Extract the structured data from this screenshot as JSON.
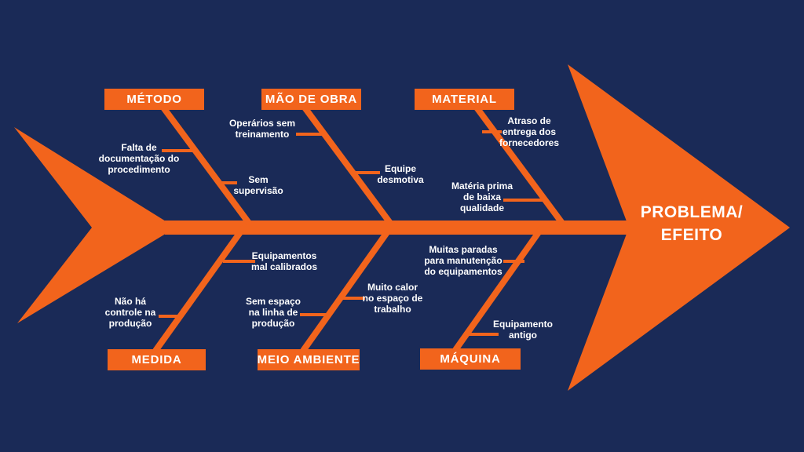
{
  "colors": {
    "background": "#1A2A57",
    "accent": "#F2641C",
    "text": "#FFFFFF"
  },
  "effect_label": "PROBLEMA/\nEFEITO",
  "categories": [
    {
      "label": "MÉTODO",
      "position": "top",
      "causes": [
        "Falta de\ndocumentação do\nprocedimento",
        "Sem\nsupervisão"
      ]
    },
    {
      "label": "MÃO DE OBRA",
      "position": "top",
      "causes": [
        "Operários sem\ntreinamento",
        "Equipe\ndesmotiva"
      ]
    },
    {
      "label": "MATERIAL",
      "position": "top",
      "causes": [
        "Atraso de\nentrega dos\nfornecedores",
        "Matéria prima\nde baixa\nqualidade"
      ]
    },
    {
      "label": "MEDIDA",
      "position": "bottom",
      "causes": [
        "Não há\ncontrole na\nprodução",
        "Equipamentos\nmal calibrados"
      ]
    },
    {
      "label": "MEIO AMBIENTE",
      "position": "bottom",
      "causes": [
        "Sem espaço\nna linha de\nprodução",
        "Muito calor\nno espaço de\ntrabalho"
      ]
    },
    {
      "label": "MÁQUINA",
      "position": "bottom",
      "causes": [
        "Equipamento\nantigo",
        "Muitas paradas\npara manutenção\ndo equipamentos"
      ]
    }
  ]
}
